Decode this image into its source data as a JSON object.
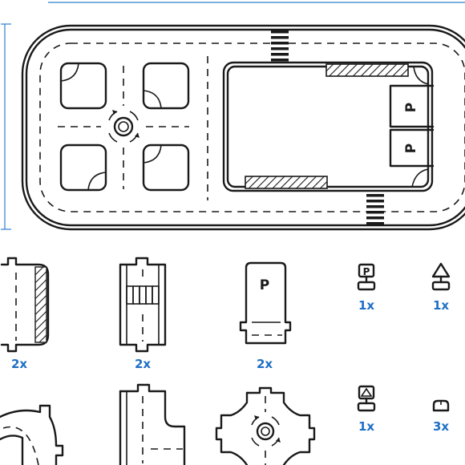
{
  "colors": {
    "ink": "#1a1a1a",
    "accent": "#1f6fc4",
    "dimension": "#2f7fd0",
    "background": "#ffffff"
  },
  "assembled_track": {
    "parking_labels": [
      "P",
      "P"
    ]
  },
  "pieces": [
    {
      "name": "hatched-straight",
      "quantity": "2x"
    },
    {
      "name": "crosswalk-straight",
      "quantity": "2x"
    },
    {
      "name": "parking-spot",
      "quantity": "2x"
    },
    {
      "name": "parking-sign",
      "icon": "parking-sign-icon",
      "label": "P",
      "quantity": "1x"
    },
    {
      "name": "warning-sign",
      "icon": "warning-sign-icon",
      "quantity": "1x"
    },
    {
      "name": "crossing-sign",
      "icon": "crossing-sign-icon",
      "quantity": "1x"
    },
    {
      "name": "connector-clip",
      "icon": "connector-clip-icon",
      "quantity": "3x"
    },
    {
      "name": "curve-piece"
    },
    {
      "name": "t-junction-piece"
    },
    {
      "name": "roundabout-piece"
    }
  ]
}
